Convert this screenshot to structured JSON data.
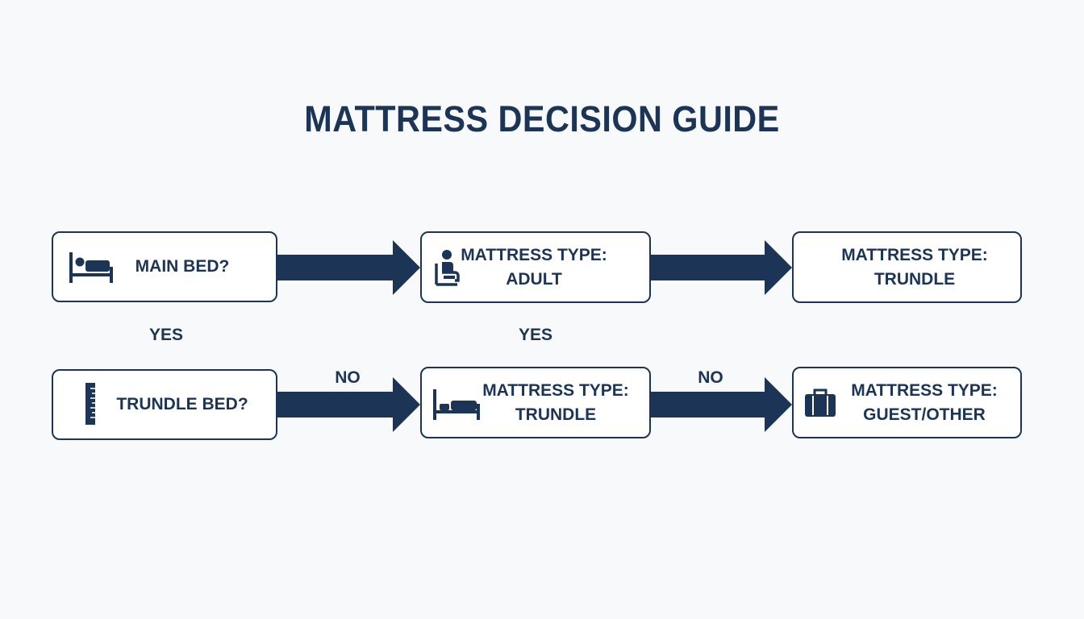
{
  "title": "MATTRESS DECISION GUIDE",
  "colors": {
    "primary": "#1c3557",
    "background": "#f8f9fa",
    "box_fill": "#ffffff"
  },
  "nodes": {
    "main_bed": {
      "line1": "MAIN BED?",
      "icon": "bed-sleeper-icon"
    },
    "adult": {
      "line1": "MATTRESS TYPE:",
      "line2": "ADULT",
      "icon": "seated-person-icon"
    },
    "trundle_top": {
      "line1": "MATTRESS TYPE:",
      "line2": "TRUNDLE"
    },
    "trundle_bed": {
      "line1": "TRUNDLE BED?",
      "icon": "ruler-icon"
    },
    "trundle_mid": {
      "line1": "MATTRESS TYPE:",
      "line2": "TRUNDLE",
      "icon": "bed-icon"
    },
    "guest": {
      "line1": "MATTRESS TYPE:",
      "line2": "GUEST/OTHER",
      "icon": "suitcase-icon"
    }
  },
  "edge_labels": {
    "yes_left": "YES",
    "yes_mid": "YES",
    "no_left": "NO",
    "no_mid": "NO"
  }
}
